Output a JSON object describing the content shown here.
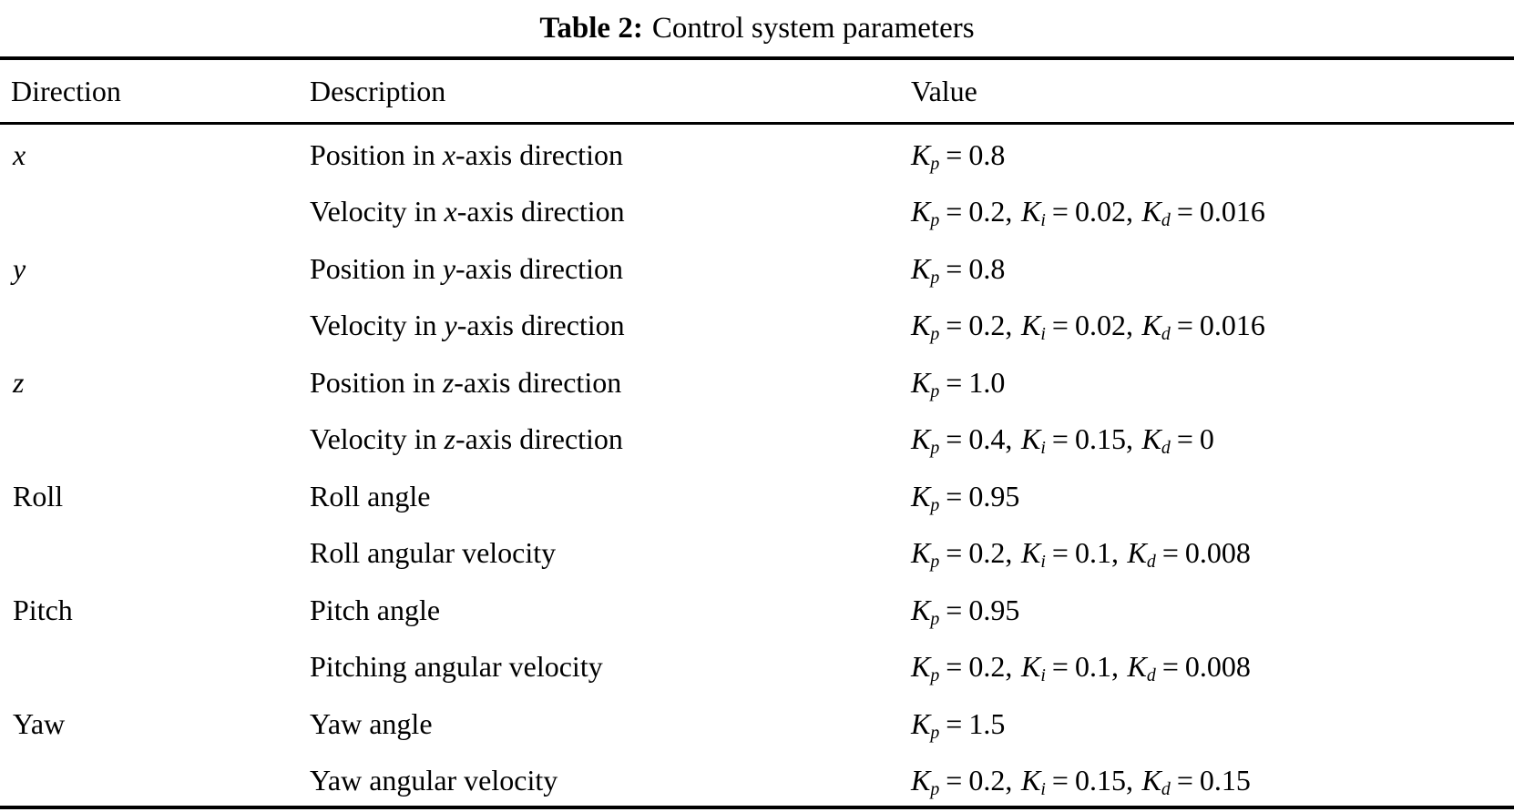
{
  "caption": {
    "label": "Table 2:",
    "text": "Control system parameters"
  },
  "table": {
    "headers": {
      "direction": "Direction",
      "description": "Description",
      "value": "Value"
    },
    "rows": [
      {
        "direction": "x",
        "direction_style": "italic",
        "description_pre": "Position in ",
        "description_var": "x",
        "description_post": "-axis direction",
        "gains": [
          {
            "symbol": "K",
            "sub": "p",
            "value": "0.8"
          }
        ]
      },
      {
        "direction": "",
        "direction_style": "italic",
        "description_pre": "Velocity in ",
        "description_var": "x",
        "description_post": "-axis direction",
        "gains": [
          {
            "symbol": "K",
            "sub": "p",
            "value": "0.2"
          },
          {
            "symbol": "K",
            "sub": "i",
            "value": "0.02"
          },
          {
            "symbol": "K",
            "sub": "d",
            "value": "0.016"
          }
        ]
      },
      {
        "direction": "y",
        "direction_style": "italic",
        "description_pre": "Position in ",
        "description_var": "y",
        "description_post": "-axis direction",
        "gains": [
          {
            "symbol": "K",
            "sub": "p",
            "value": "0.8"
          }
        ]
      },
      {
        "direction": "",
        "direction_style": "italic",
        "description_pre": "Velocity in ",
        "description_var": "y",
        "description_post": "-axis direction",
        "gains": [
          {
            "symbol": "K",
            "sub": "p",
            "value": "0.2"
          },
          {
            "symbol": "K",
            "sub": "i",
            "value": "0.02"
          },
          {
            "symbol": "K",
            "sub": "d",
            "value": "0.016"
          }
        ]
      },
      {
        "direction": "z",
        "direction_style": "italic",
        "description_pre": "Position in ",
        "description_var": "z",
        "description_post": "-axis direction",
        "gains": [
          {
            "symbol": "K",
            "sub": "p",
            "value": "1.0"
          }
        ]
      },
      {
        "direction": "",
        "direction_style": "italic",
        "description_pre": "Velocity in ",
        "description_var": "z",
        "description_post": "-axis direction",
        "gains": [
          {
            "symbol": "K",
            "sub": "p",
            "value": "0.4"
          },
          {
            "symbol": "K",
            "sub": "i",
            "value": "0.15"
          },
          {
            "symbol": "K",
            "sub": "d",
            "value": "0"
          }
        ]
      },
      {
        "direction": "Roll",
        "direction_style": "upright",
        "description_pre": "Roll angle",
        "description_var": "",
        "description_post": "",
        "gains": [
          {
            "symbol": "K",
            "sub": "p",
            "value": "0.95"
          }
        ]
      },
      {
        "direction": "",
        "direction_style": "upright",
        "description_pre": "Roll angular velocity",
        "description_var": "",
        "description_post": "",
        "gains": [
          {
            "symbol": "K",
            "sub": "p",
            "value": "0.2"
          },
          {
            "symbol": "K",
            "sub": "i",
            "value": "0.1"
          },
          {
            "symbol": "K",
            "sub": "d",
            "value": "0.008"
          }
        ]
      },
      {
        "direction": "Pitch",
        "direction_style": "upright",
        "description_pre": "Pitch angle",
        "description_var": "",
        "description_post": "",
        "gains": [
          {
            "symbol": "K",
            "sub": "p",
            "value": "0.95"
          }
        ]
      },
      {
        "direction": "",
        "direction_style": "upright",
        "description_pre": "Pitching angular velocity",
        "description_var": "",
        "description_post": "",
        "gains": [
          {
            "symbol": "K",
            "sub": "p",
            "value": "0.2"
          },
          {
            "symbol": "K",
            "sub": "i",
            "value": "0.1"
          },
          {
            "symbol": "K",
            "sub": "d",
            "value": "0.008"
          }
        ]
      },
      {
        "direction": "Yaw",
        "direction_style": "upright",
        "description_pre": "Yaw angle",
        "description_var": "",
        "description_post": "",
        "gains": [
          {
            "symbol": "K",
            "sub": "p",
            "value": "1.5"
          }
        ]
      },
      {
        "direction": "",
        "direction_style": "upright",
        "description_pre": "Yaw angular velocity",
        "description_var": "",
        "description_post": "",
        "gains": [
          {
            "symbol": "K",
            "sub": "p",
            "value": "0.2"
          },
          {
            "symbol": "K",
            "sub": "i",
            "value": "0.15"
          },
          {
            "symbol": "K",
            "sub": "d",
            "value": "0.15"
          }
        ]
      }
    ],
    "equals_sign": "=",
    "separator": ","
  }
}
